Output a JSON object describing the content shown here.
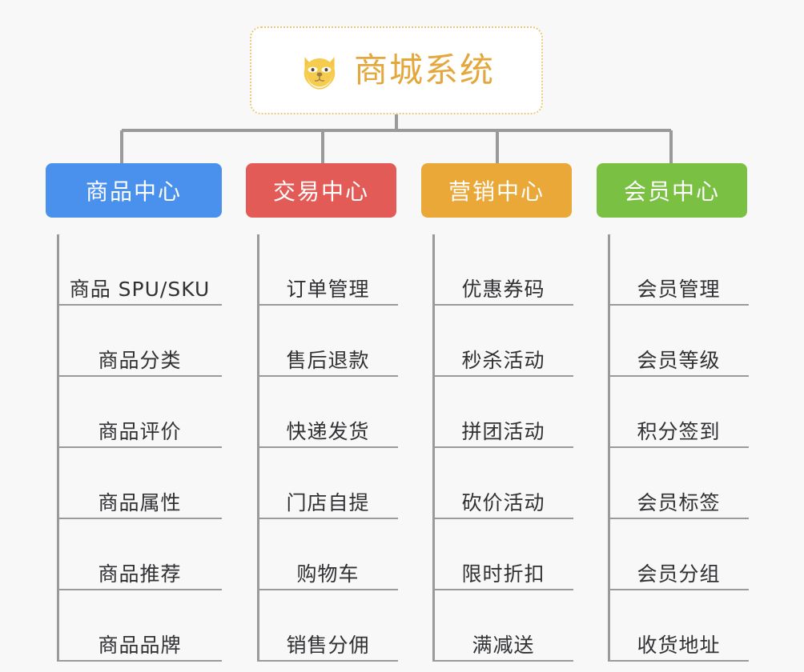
{
  "background_color": "#f8f8f8",
  "root": {
    "icon": "shiba-dog-emoji",
    "title": "商城系统",
    "title_color": "#e3a73c",
    "border_color": "#eec87a"
  },
  "connector_color": "#9a9a9a",
  "branches": [
    {
      "label": "商品中心",
      "color": "#4a90ed",
      "items": [
        "商品 SPU/SKU",
        "商品分类",
        "商品评价",
        "商品属性",
        "商品推荐",
        "商品品牌"
      ]
    },
    {
      "label": "交易中心",
      "color": "#e35b57",
      "items": [
        "订单管理",
        "售后退款",
        "快递发货",
        "门店自提",
        "购物车",
        "销售分佣"
      ]
    },
    {
      "label": "营销中心",
      "color": "#eaa838",
      "items": [
        "优惠券码",
        "秒杀活动",
        "拼团活动",
        "砍价活动",
        "限时折扣",
        "满减送"
      ]
    },
    {
      "label": "会员中心",
      "color": "#7ac143",
      "items": [
        "会员管理",
        "会员等级",
        "积分签到",
        "会员标签",
        "会员分组",
        "收货地址"
      ]
    }
  ]
}
